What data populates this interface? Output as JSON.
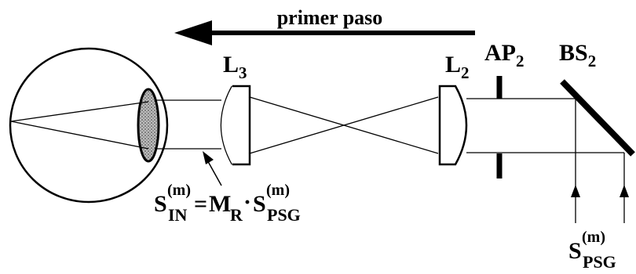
{
  "direction_label": "primer paso",
  "labels": {
    "l3": {
      "base": "L",
      "sub": "3"
    },
    "l2": {
      "base": "L",
      "sub": "2"
    },
    "ap2": {
      "base": "AP",
      "sub": "2"
    },
    "bs2": {
      "base": "BS",
      "sub": "2"
    }
  },
  "equation": {
    "s": "S",
    "m_sup": "(m)",
    "in_sub": "IN",
    "equals": "=",
    "m": "M",
    "r_sub": "R",
    "dot": "·",
    "s2": "S",
    "m_sup2": "(m)",
    "psg_sub": "PSG"
  },
  "psg_label": {
    "s": "S",
    "m_sup": "(m)",
    "psg_sub": "PSG"
  },
  "colors": {
    "ink": "#000000",
    "pupil": "#8a8a8a",
    "background": "#ffffff"
  }
}
